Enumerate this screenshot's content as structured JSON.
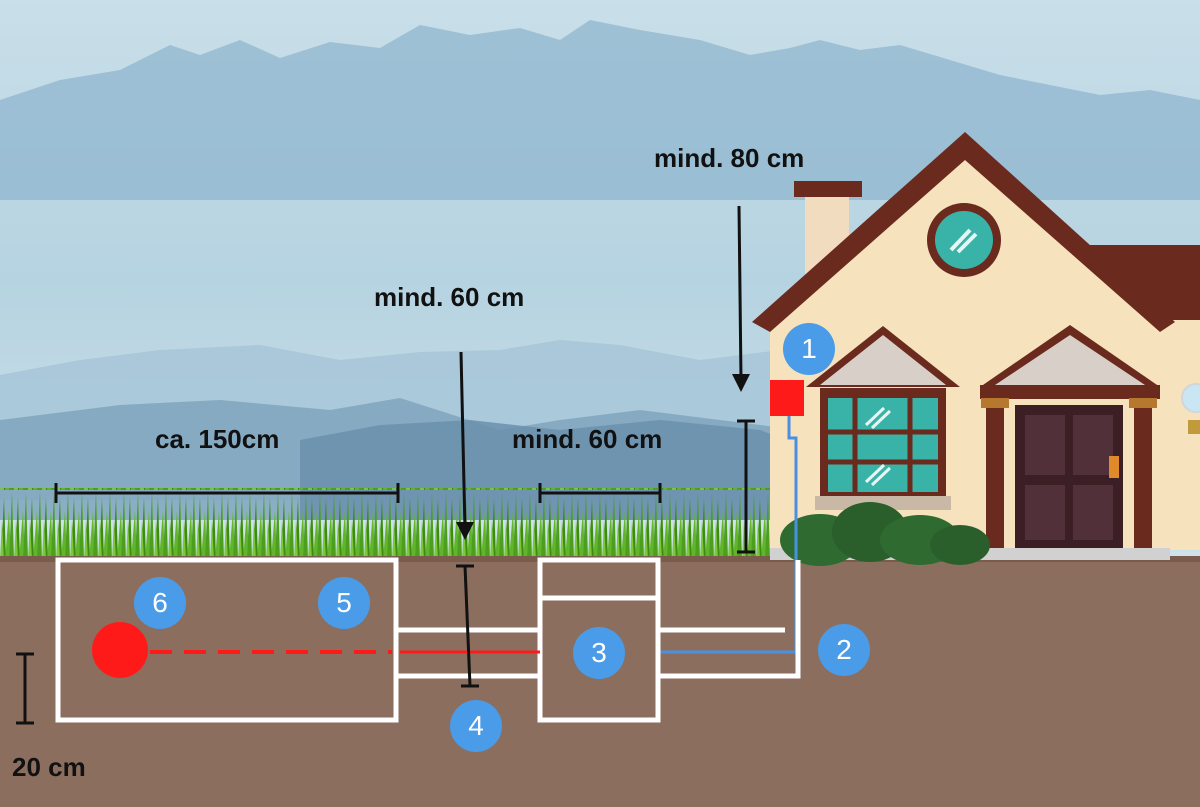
{
  "labels": {
    "dist_150": "ca. 150cm",
    "depth_60_top": "mind. 60 cm",
    "dist_60": "mind. 60 cm",
    "height_80": "mind. 80 cm",
    "depth_20": "20 cm"
  },
  "markers": [
    "1",
    "2",
    "3",
    "4",
    "5",
    "6"
  ],
  "colors": {
    "sky_top": "#bfd9e6",
    "soil": "#8c6e5f",
    "grass": "#4f9a1e",
    "marker": "#4a9be8",
    "red_point": "#ff1a1a",
    "blue_pipe": "#4a90e2",
    "house_wall": "#f6e2bd",
    "roof": "#6b2a1e",
    "window": "#39b3a8"
  },
  "icons": [
    "house-icon",
    "mountains-background",
    "grass-strip",
    "bush-icon",
    "lamp-icon"
  ]
}
